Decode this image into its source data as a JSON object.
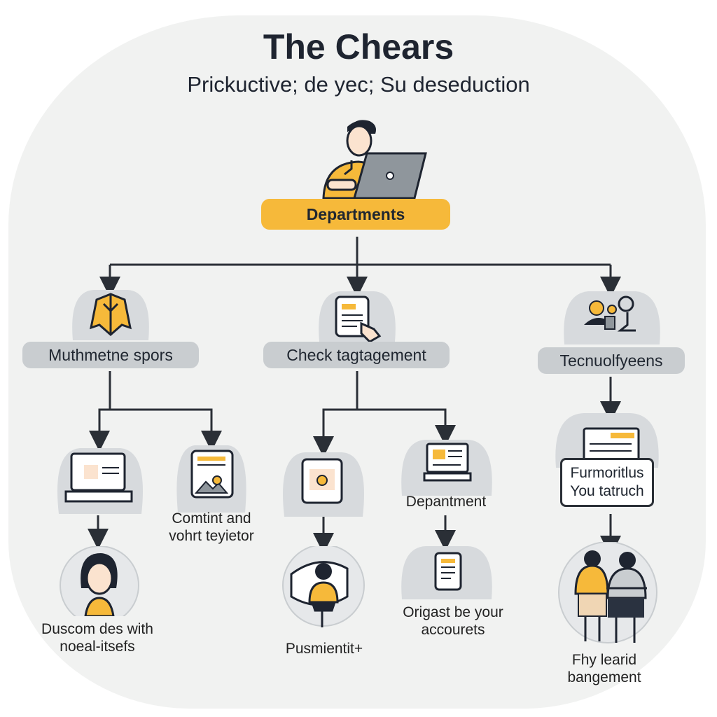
{
  "title": "The Chears",
  "subtitle": "Prickuctive; de yec; Su deseduction",
  "root": {
    "label": "Departments"
  },
  "branches": [
    {
      "label": "Muthmetne spors"
    },
    {
      "label": "Check tagtagement"
    },
    {
      "label": "Tecnuolfyeens"
    }
  ],
  "leaves": {
    "left_right_label": "Comtint and vohrt teyietor",
    "left_bottom_label": "Duscom des with noeal-itsefs",
    "mid_right_label": "Depantment",
    "mid_bottom_left_label": "Pusmientit+",
    "mid_bottom_right_label": "Origast be your accourets",
    "right_box_label": "Furmoritlus You tatruch",
    "right_bottom_label": "Fhy learid bangement"
  },
  "colors": {
    "accent": "#f6b93a",
    "line": "#2a2f36",
    "pill": "#c9cdd0",
    "bg": "#f1f2f1"
  },
  "icons": [
    "person-laptop-icon",
    "jacket-icon",
    "tablet-hand-icon",
    "tech-gear-icon",
    "laptop-icon",
    "browser-window-icon",
    "tablet-icon",
    "monitor-icon",
    "screen-icon",
    "woman-avatar-icon",
    "person-desk-icon",
    "browser-card-icon",
    "two-people-icon"
  ]
}
